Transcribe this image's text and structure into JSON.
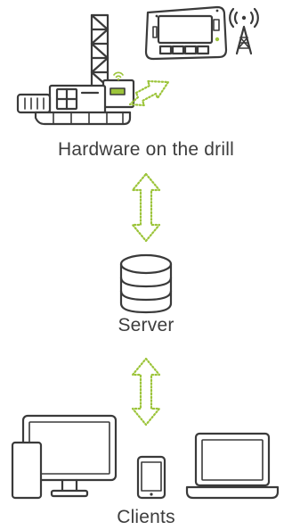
{
  "labels": {
    "hardware": "Hardware on the drill",
    "server": "Server",
    "clients": "Clients"
  },
  "icons": [
    "drill-rig-icon",
    "wifi-signal-icon",
    "tablet-display-icon",
    "radio-tower-icon",
    "database-icon",
    "desktop-monitor-icon",
    "tower-pc-icon",
    "smartphone-icon",
    "laptop-icon",
    "bidirectional-arrow-icon"
  ],
  "colors": {
    "outline": "#3a3a3a",
    "accent": "#9cc43a",
    "text": "#3d3d3d"
  }
}
